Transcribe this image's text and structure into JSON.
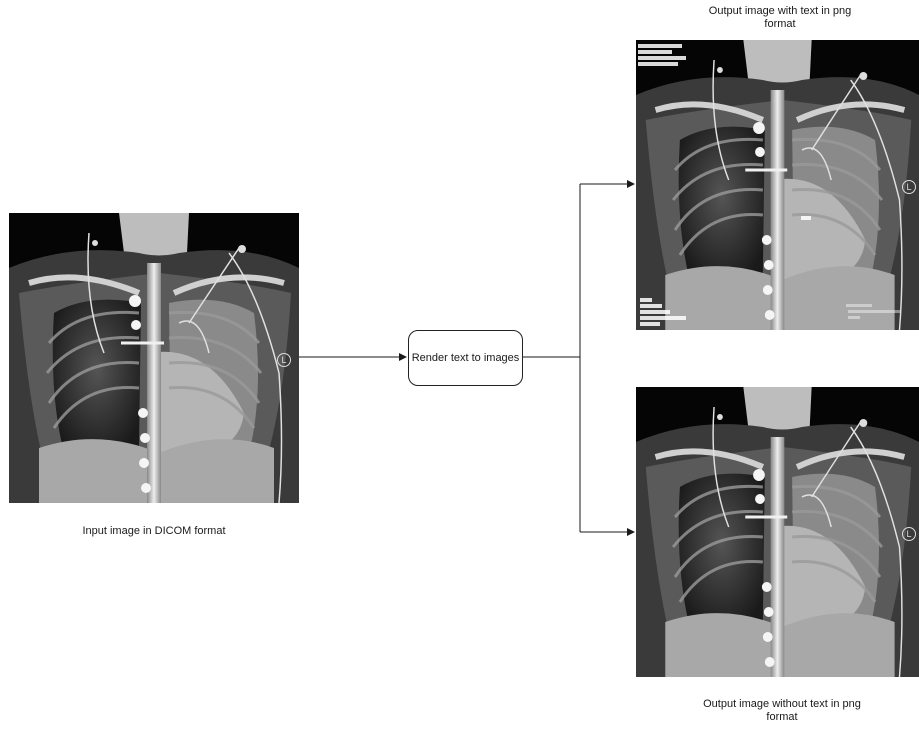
{
  "input": {
    "caption": "Input image in DICOM format",
    "marker": "L"
  },
  "process": {
    "label": "Render text to images"
  },
  "output_with_text": {
    "caption": "Output image with text in png format",
    "marker": "L"
  },
  "output_without_text": {
    "caption": "Output image without text in png format",
    "marker": "L"
  },
  "colors": {
    "line": "#1a1a1a",
    "xray_background": "#000000"
  }
}
